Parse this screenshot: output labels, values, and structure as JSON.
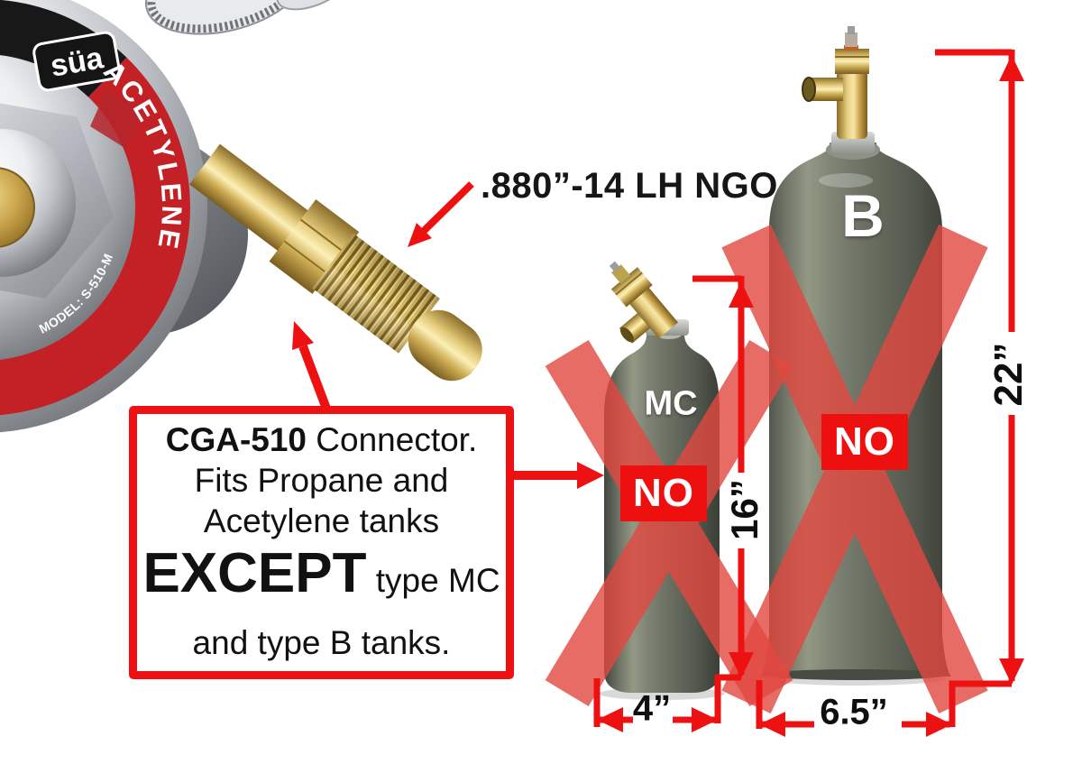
{
  "regulator": {
    "brand_logo": "süa",
    "gas_label": "ACETYLENE",
    "model_label": "MODEL: S-510-M"
  },
  "thread_callout": {
    "label": ".880”-14 LH NGO"
  },
  "info_box": {
    "line1_bold": "CGA-510",
    "line1_rest": " Connector.",
    "line2": "Fits Propane and",
    "line3": "Acetylene tanks",
    "line4_bold": "EXCEPT",
    "line4_rest": " type MC",
    "line5": "and type B tanks."
  },
  "tanks": {
    "mc": {
      "type_label": "MC",
      "no_label": "NO",
      "height": "16”",
      "width": "4”"
    },
    "b": {
      "type_label": "B",
      "no_label": "NO",
      "height": "22”",
      "width": "6.5”"
    }
  },
  "colors": {
    "annotation_red": "#ee1111",
    "no_box_red": "#ee0f0f",
    "cross_red": "#e34840",
    "tank_gray": "#6b7062",
    "brass": "#c9a24a",
    "label_ring_red": "#c42127"
  }
}
